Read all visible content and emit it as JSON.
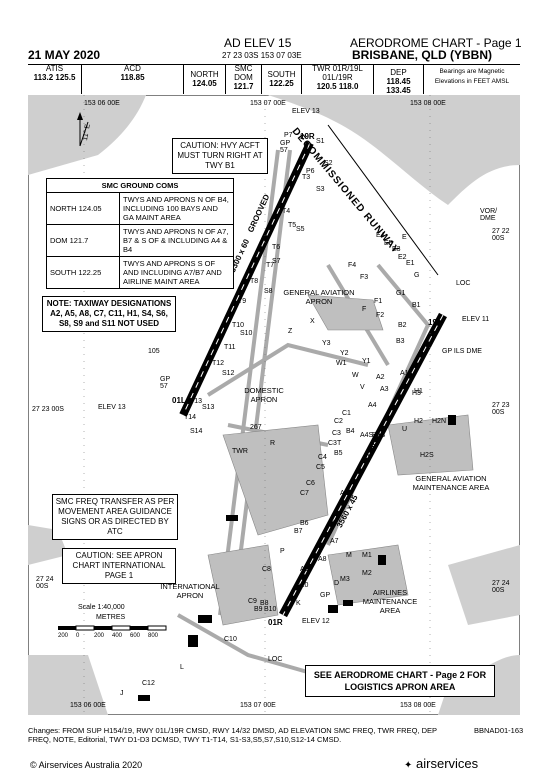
{
  "header": {
    "date": "21 MAY 2020",
    "elevation": "AD ELEV 15",
    "coordinates": "27 23 03S  153 07 03E",
    "chart_title": "AERODROME CHART - Page 1",
    "place": "BRISBANE, QLD (YBBN)"
  },
  "frequencies": [
    {
      "name": "ATIS",
      "values": [
        "113.2",
        "125.5"
      ]
    },
    {
      "name": "ACD",
      "values": [
        "118.85"
      ]
    },
    {
      "name": "NORTH",
      "values": [
        "124.05"
      ]
    },
    {
      "name": "SMC DOM",
      "values": [
        "121.7"
      ]
    },
    {
      "name": "SOUTH",
      "values": [
        "122.25"
      ]
    },
    {
      "name": "TWR 01R/19L 01L/19R",
      "values": [
        "120.5",
        "118.0"
      ]
    },
    {
      "name": "DEP",
      "values": [
        "118.45 133.45"
      ]
    }
  ],
  "bearing_note": "Bearings are Magnetic Elevations in FEET AMSL",
  "grid": {
    "top": [
      "153 06 00E",
      "153 07 00E",
      "153 08 00E"
    ],
    "bottom": [
      "153 06 00E",
      "153 07 00E",
      "153 08 00E"
    ],
    "left": [
      "27 23 00S",
      "27 24 00S"
    ],
    "right": [
      "27 22 00S",
      "27 23 00S",
      "27 24 00S"
    ]
  },
  "notes": {
    "caution_hvy": "CAUTION: HVY ACFT MUST TURN RIGHT AT TWY B1",
    "taxiway_note": "NOTE: TAXIWAY DESIGNATIONS A2, A5, A8, C7, C11, H1, S4, S6, S8, S9 and S11 NOT USED",
    "smc_transfer": "SMC FREQ TRANSFER AS PER MOVEMENT AREA GUIDANCE SIGNS OR AS DIRECTED BY ATC",
    "caution_apron": "CAUTION: SEE APRON CHART INTERNATIONAL PAGE 1",
    "see_page2": "SEE AERODROME CHART - Page 2 FOR LOGISTICS APRON AREA"
  },
  "smc_table": {
    "title": "SMC GROUND COMS",
    "rows": [
      {
        "name": "NORTH 124.05",
        "desc": "TWYS AND APRONS N OF B4, INCLUDING 100 BAYS AND GA MAINT AREA"
      },
      {
        "name": "DOM 121.7",
        "desc": "TWYS AND APRONS N OF A7, B7 & S OF & INCLUDING A4 & B4"
      },
      {
        "name": "SOUTH 122.25",
        "desc": "TWYS AND APRONS S OF AND INCLUDING A7/B7 AND AIRLINE MAINT AREA"
      }
    ]
  },
  "runways": {
    "main_dims": "3560 x 45",
    "cross_dims": "3300 x 60",
    "main_grooved": "GROOVED",
    "cross_grooved": "GROOVED",
    "decommissioned": "DECOMMISSIONED RUNWAY",
    "ends": [
      "19R",
      "01L",
      "19L",
      "01R"
    ]
  },
  "areas": {
    "ga_apron": "GENERAL AVIATION APRON",
    "domestic_apron": "DOMESTIC APRON",
    "international_apron": "INTERNATIONAL APRON",
    "ga_maint": "GENERAL AVIATION MAINTENANCE AREA",
    "airlines_maint": "AIRLINES MAINTENANCE AREA"
  },
  "navaids": {
    "elev13a": "ELEV 13",
    "elev13b": "ELEV 13",
    "elev11": "ELEV 11",
    "elev12": "ELEV 12",
    "gp57": "GP 57",
    "gp57b": "GP 57",
    "gp_ils": "GP ILS DME",
    "gp": "GP",
    "loc1": "LOC",
    "loc2": "LOC",
    "vor": "VOR/ DME",
    "twr": "TWR",
    "heading_105": "105",
    "elev_267": "267"
  },
  "taxiways": [
    "P7",
    "S1",
    "S2",
    "P6",
    "S3",
    "T3",
    "T4",
    "T5",
    "S5",
    "T6",
    "T7",
    "S7",
    "T8",
    "S8",
    "T9",
    "T10",
    "S10",
    "T11",
    "T12",
    "S12",
    "T13",
    "S13",
    "T14",
    "S14",
    "E4",
    "E5",
    "E3",
    "E2",
    "E1",
    "F4",
    "F3",
    "F1",
    "F2",
    "G1",
    "G",
    "B1",
    "B2",
    "B3",
    "Y3",
    "Y2",
    "Y1",
    "W1",
    "W",
    "V",
    "A1",
    "A2",
    "A3",
    "A4",
    "A4S",
    "B4S",
    "B4",
    "B5",
    "C1",
    "C2",
    "C3",
    "C3T",
    "C4",
    "C5",
    "C6",
    "C7",
    "C8",
    "C9",
    "C10",
    "C12",
    "B6",
    "B7",
    "B8",
    "B9",
    "B10",
    "A5",
    "A6",
    "A7",
    "A8",
    "A9",
    "A10",
    "H1",
    "H2",
    "H2N",
    "H2S",
    "H3",
    "M",
    "M1",
    "M2",
    "M3",
    "L",
    "F",
    "Z",
    "X",
    "U",
    "R",
    "P",
    "K",
    "J",
    "E",
    "D"
  ],
  "scale": {
    "label": "Scale 1:40,000",
    "meters": "METRES",
    "ticks": [
      "200",
      "0",
      "200",
      "400",
      "600",
      "800"
    ]
  },
  "footer": {
    "changes": "Changes: FROM SUP H154/19, RWY 01L/19R CMSD, RWY 14/32 DMSD, AD ELEVATION SMC FREQ, TWR FREQ, DEP FREQ, NOTE, Editorial, TWY D1-D3 DCMSD, TWY T1-T14, S1-S3,S5,S7,S10,S12-14 CMSD.",
    "chart_id": "BBNAD01-163",
    "copyright": "© Airservices Australia 2020",
    "logo": "airservices"
  },
  "north_label": "11° E"
}
